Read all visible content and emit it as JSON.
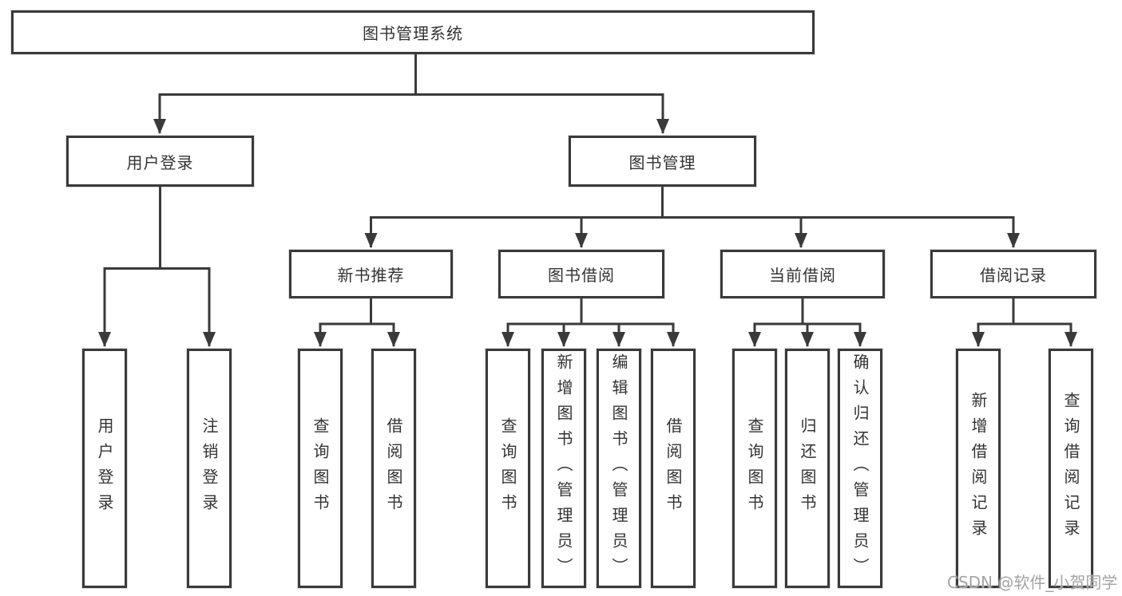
{
  "diagram": {
    "title_node": {
      "label": "图书管理系统"
    },
    "level2": [
      {
        "label": "用户登录"
      },
      {
        "label": "图书管理"
      }
    ],
    "level3": [
      {
        "label": "新书推荐"
      },
      {
        "label": "图书借阅"
      },
      {
        "label": "当前借阅"
      },
      {
        "label": "借阅记录"
      }
    ],
    "leaves": [
      {
        "label": "用户登录",
        "parent": "用户登录"
      },
      {
        "label": "注销登录",
        "parent": "用户登录"
      },
      {
        "label": "查询图书",
        "parent": "新书推荐"
      },
      {
        "label": "借阅图书",
        "parent": "新书推荐"
      },
      {
        "label": "查询图书",
        "parent": "图书借阅"
      },
      {
        "label": "新增图书（管理员）",
        "parent": "图书借阅"
      },
      {
        "label": "编辑图书（管理员）",
        "parent": "图书借阅"
      },
      {
        "label": "借阅图书",
        "parent": "图书借阅"
      },
      {
        "label": "查询图书",
        "parent": "当前借阅"
      },
      {
        "label": "归还图书",
        "parent": "当前借阅"
      },
      {
        "label": "确认归还（管理员）",
        "parent": "当前借阅"
      },
      {
        "label": "新增借阅记录",
        "parent": "借阅记录"
      },
      {
        "label": "查询借阅记录",
        "parent": "借阅记录"
      }
    ],
    "colors": {
      "line": "#3a3a3a",
      "text": "#333333",
      "box_background": "#ffffff",
      "watermark": "#a3a3a3"
    }
  },
  "watermark": {
    "text": "CSDN @软件_小贺同学"
  }
}
